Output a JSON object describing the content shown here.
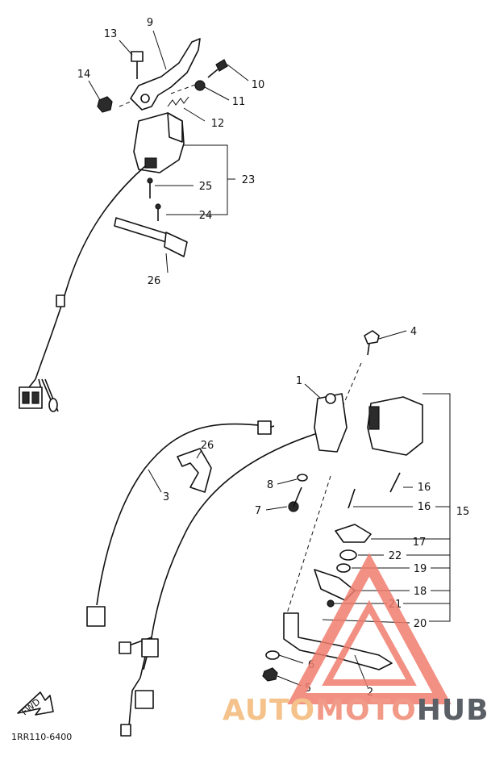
{
  "callouts": [
    "9",
    "13",
    "14",
    "10",
    "11",
    "12",
    "23",
    "25",
    "24",
    "26",
    "4",
    "1",
    "26",
    "3",
    "8",
    "7",
    "16",
    "16",
    "15",
    "17",
    "22",
    "19",
    "18",
    "21",
    "20",
    "6",
    "5",
    "2"
  ],
  "diagram_code": "1RR110-6400",
  "fwd_label": "FWD",
  "watermark": {
    "part1": "AUTO",
    "part2": "MOTO",
    "part3": "HUB"
  }
}
